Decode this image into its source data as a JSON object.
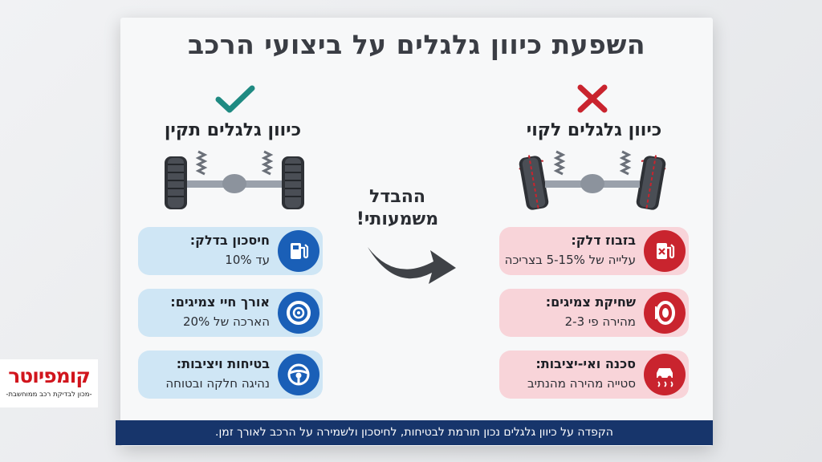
{
  "title": "השפעת כיוון גלגלים על ביצועי הרכב",
  "left_column": {
    "heading": "כיוון גלגלים תקין",
    "status_icon": "check-icon",
    "items": [
      {
        "title": "חיסכון בדלק:",
        "value": "עד 10%",
        "icon": "fuel-pump-icon"
      },
      {
        "title": "אורך חיי צמיגים:",
        "value": "הארכה של 20%",
        "icon": "tire-icon"
      },
      {
        "title": "בטיחות ויציבות:",
        "value": "נהיגה חלקה ובטוחה",
        "icon": "steering-wheel-icon"
      }
    ]
  },
  "right_column": {
    "heading": "כיוון גלגלים לקוי",
    "status_icon": "cross-icon",
    "items": [
      {
        "title": "בזבוז דלק:",
        "value": "עלייה של 5-15% בצריכה",
        "icon": "fuel-pump-x-icon"
      },
      {
        "title": "שחיקת צמיגים:",
        "value": "מהירה פי 2-3",
        "icon": "worn-tire-icon"
      },
      {
        "title": "סכנה ואי-יציבות:",
        "value": "סטייה מהירה מהנתיב",
        "icon": "skidding-car-icon"
      }
    ]
  },
  "middle": {
    "line1": "ההבדל",
    "line2": "משמעותי!"
  },
  "footer": "הקפדה על כיוון גלגלים נכון תורמת לבטיחות, לחיסכון ולשמירה על הרכב לאורך זמן.",
  "logo": {
    "name": "קומפיוטר",
    "tagline": "-מכון לבדיקת רכב ממוחשבת-"
  },
  "colors": {
    "good": "#1a5fb7",
    "bad": "#c9242e",
    "check": "#1f8a82",
    "footer": "#17356b",
    "logo": "#d1151d"
  }
}
